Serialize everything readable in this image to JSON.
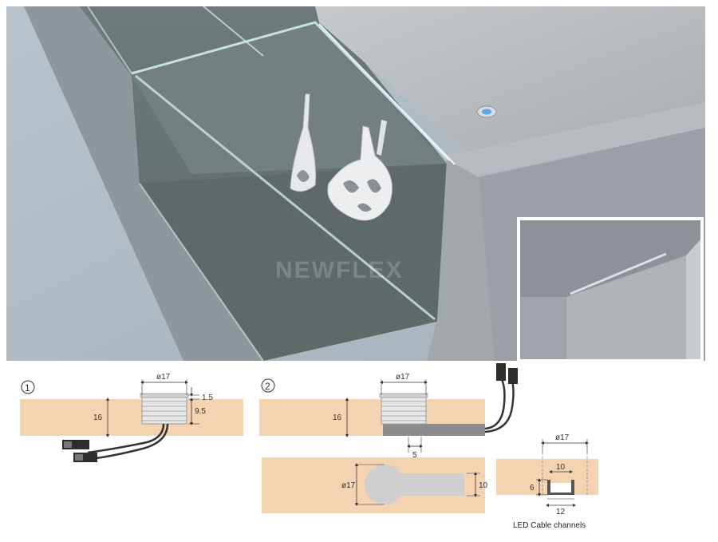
{
  "watermark": "NEWFLEX",
  "inset": {
    "description_hidden": ""
  },
  "diagram1": {
    "number": "1",
    "diameter": "ø17",
    "height": "16",
    "top_gap": "1.5",
    "depth": "9.5"
  },
  "diagram2": {
    "number": "2",
    "diameter": "ø17",
    "height": "16",
    "offset": "5",
    "plan_diameter": "ø17",
    "channel_width": "10"
  },
  "cable_channel": {
    "diameter": "ø17",
    "inner_width": "10",
    "outer_width": "12",
    "depth": "6",
    "caption": "LED Cable channels"
  },
  "colors": {
    "wood": "#f3d3b0",
    "cabinet": "#9ea3a8",
    "glass": "#6b7a7a",
    "led": "#5aa8e8"
  }
}
